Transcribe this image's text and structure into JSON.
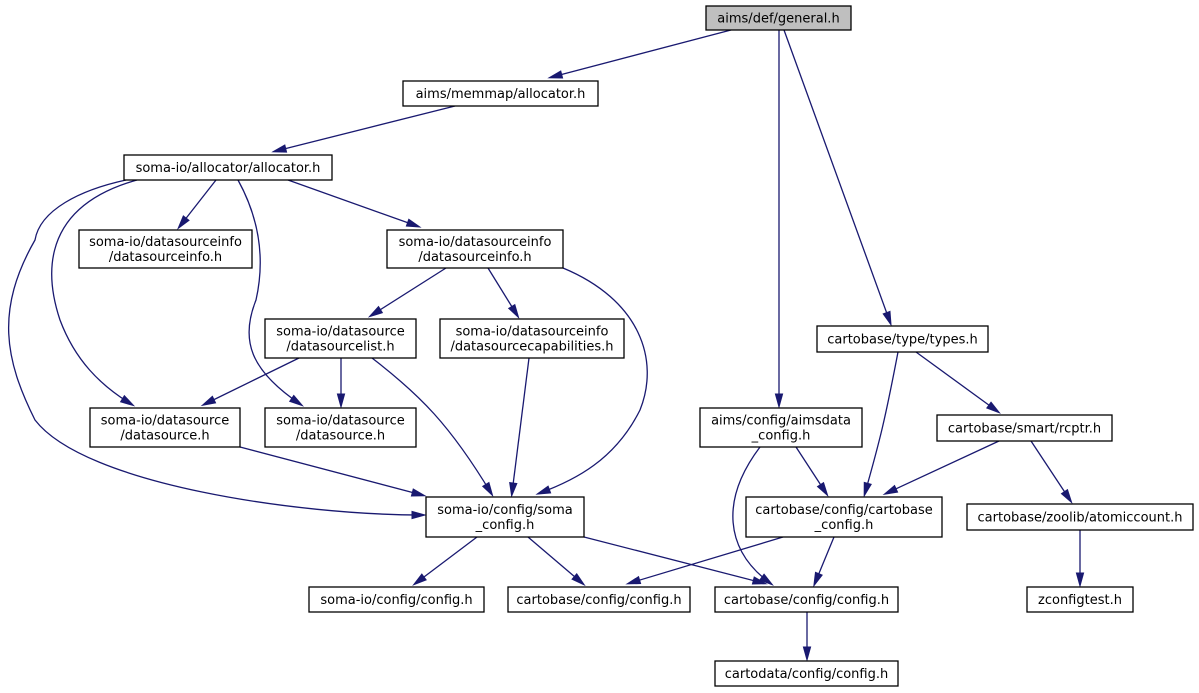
{
  "graph": {
    "nodes": [
      {
        "id": "general",
        "lines": [
          "aims/def/general.h"
        ],
        "root": true
      },
      {
        "id": "allocator_aims",
        "lines": [
          "aims/memmap/allocator.h"
        ]
      },
      {
        "id": "allocator_soma",
        "lines": [
          "soma-io/allocator/allocator.h"
        ]
      },
      {
        "id": "dsi_left",
        "lines": [
          "soma-io/datasourceinfo",
          "/datasourceinfo.h"
        ]
      },
      {
        "id": "dsi_right",
        "lines": [
          "soma-io/datasourceinfo",
          "/datasourceinfo.h"
        ]
      },
      {
        "id": "dslist",
        "lines": [
          "soma-io/datasource",
          "/datasourcelist.h"
        ]
      },
      {
        "id": "dscap",
        "lines": [
          "soma-io/datasourceinfo",
          "/datasourcecapabilities.h"
        ]
      },
      {
        "id": "ds_left",
        "lines": [
          "soma-io/datasource",
          "/datasource.h"
        ]
      },
      {
        "id": "ds_mid",
        "lines": [
          "soma-io/datasource",
          "/datasource.h"
        ]
      },
      {
        "id": "soma_config",
        "lines": [
          "soma-io/config/soma",
          "_config.h"
        ]
      },
      {
        "id": "soma_cfg_h",
        "lines": [
          "soma-io/config/config.h"
        ]
      },
      {
        "id": "carto_cfg_a",
        "lines": [
          "cartobase/config/config.h"
        ]
      },
      {
        "id": "carto_cfg_b",
        "lines": [
          "cartobase/config/config.h"
        ]
      },
      {
        "id": "cartodata_cfg",
        "lines": [
          "cartodata/config/config.h"
        ]
      },
      {
        "id": "aimsdata_config",
        "lines": [
          "aims/config/aimsdata",
          "_config.h"
        ]
      },
      {
        "id": "cartobase_config",
        "lines": [
          "cartobase/config/cartobase",
          "_config.h"
        ]
      },
      {
        "id": "types",
        "lines": [
          "cartobase/type/types.h"
        ]
      },
      {
        "id": "rcptr",
        "lines": [
          "cartobase/smart/rcptr.h"
        ]
      },
      {
        "id": "atomiccount",
        "lines": [
          "cartobase/zoolib/atomiccount.h"
        ]
      },
      {
        "id": "zconfigtest",
        "lines": [
          "zconfigtest.h"
        ]
      }
    ],
    "edges": [
      {
        "from": "general",
        "to": "allocator_aims"
      },
      {
        "from": "general",
        "to": "aimsdata_config"
      },
      {
        "from": "general",
        "to": "types"
      },
      {
        "from": "allocator_aims",
        "to": "allocator_soma"
      },
      {
        "from": "allocator_soma",
        "to": "dsi_left"
      },
      {
        "from": "allocator_soma",
        "to": "dsi_right"
      },
      {
        "from": "allocator_soma",
        "to": "ds_left"
      },
      {
        "from": "allocator_soma",
        "to": "ds_mid"
      },
      {
        "from": "allocator_soma",
        "to": "soma_config"
      },
      {
        "from": "dsi_right",
        "to": "dslist"
      },
      {
        "from": "dsi_right",
        "to": "dscap"
      },
      {
        "from": "dsi_right",
        "to": "soma_config"
      },
      {
        "from": "dslist",
        "to": "ds_left"
      },
      {
        "from": "dslist",
        "to": "ds_mid"
      },
      {
        "from": "dslist",
        "to": "soma_config"
      },
      {
        "from": "dscap",
        "to": "soma_config"
      },
      {
        "from": "ds_left",
        "to": "soma_config"
      },
      {
        "from": "soma_config",
        "to": "soma_cfg_h"
      },
      {
        "from": "soma_config",
        "to": "carto_cfg_a"
      },
      {
        "from": "soma_config",
        "to": "carto_cfg_b"
      },
      {
        "from": "aimsdata_config",
        "to": "cartobase_config"
      },
      {
        "from": "aimsdata_config",
        "to": "carto_cfg_b"
      },
      {
        "from": "cartobase_config",
        "to": "carto_cfg_a"
      },
      {
        "from": "cartobase_config",
        "to": "carto_cfg_b"
      },
      {
        "from": "types",
        "to": "cartobase_config"
      },
      {
        "from": "types",
        "to": "rcptr"
      },
      {
        "from": "rcptr",
        "to": "cartobase_config"
      },
      {
        "from": "rcptr",
        "to": "atomiccount"
      },
      {
        "from": "atomiccount",
        "to": "zconfigtest"
      },
      {
        "from": "carto_cfg_b",
        "to": "cartodata_cfg"
      }
    ]
  },
  "colors": {
    "edge": "#191970",
    "root_fill": "#bfbfbf",
    "node_fill": "#ffffff",
    "border": "#000000"
  }
}
